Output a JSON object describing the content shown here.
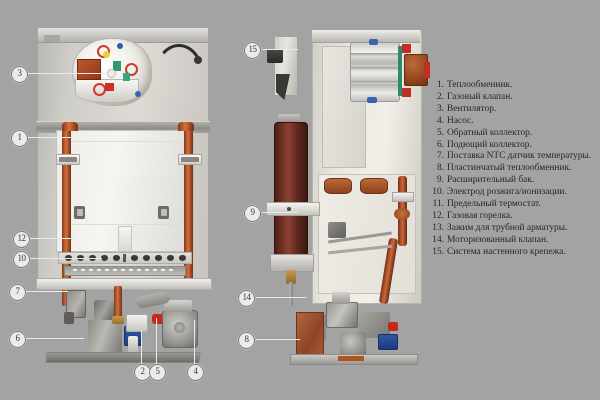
{
  "diagram": {
    "title": "Gas boiler internal components diagram",
    "background_color": "#a3a3a3",
    "callout_badge_color": "#eceaea",
    "leader_line_color": "#e9e9e9"
  },
  "legend": {
    "items": [
      {
        "num": "1.",
        "text": "Теплообменник."
      },
      {
        "num": "2.",
        "text": "Газовый клапан."
      },
      {
        "num": "3.",
        "text": "Вентилятор."
      },
      {
        "num": "4.",
        "text": "Насос."
      },
      {
        "num": "5.",
        "text": "Обратный коллектор."
      },
      {
        "num": "6.",
        "text": "Подющий коллектор."
      },
      {
        "num": "7.",
        "text": "Поставка NTC датчик температуры."
      },
      {
        "num": "8.",
        "text": "Пластинчатый теплообменник."
      },
      {
        "num": "9.",
        "text": "Расширительный бак."
      },
      {
        "num": "10.",
        "text": "Электрод розжига/ионизации."
      },
      {
        "num": "11.",
        "text": "Предельный термостат."
      },
      {
        "num": "12.",
        "text": "Газовая горелка."
      },
      {
        "num": "13.",
        "text": "Зажим для трубной арматуры."
      },
      {
        "num": "14.",
        "text": "Моторизованный клапан."
      },
      {
        "num": "15.",
        "text": "Система настенного крепежа."
      }
    ]
  },
  "callouts": [
    {
      "id": "callout-3",
      "label": "3",
      "target": "ventilyator"
    },
    {
      "id": "callout-1",
      "label": "1",
      "target": "teploobmennik"
    },
    {
      "id": "callout-12",
      "label": "12",
      "target": "gazovaya-gorelka"
    },
    {
      "id": "callout-10",
      "label": "10",
      "target": "elektrod-rozzhiga"
    },
    {
      "id": "callout-7",
      "label": "7",
      "target": "ntc-datchik"
    },
    {
      "id": "callout-6",
      "label": "6",
      "target": "podayushchiy-kollektor"
    },
    {
      "id": "callout-2",
      "label": "2",
      "target": "gazovyy-klapan"
    },
    {
      "id": "callout-5",
      "label": "5",
      "target": "obratnyy-kollektor"
    },
    {
      "id": "callout-4",
      "label": "4",
      "target": "nasos"
    },
    {
      "id": "callout-15",
      "label": "15",
      "target": "sistema-nastennogo-krepezha"
    },
    {
      "id": "callout-9",
      "label": "9",
      "target": "rasshiritelnyy-bak"
    },
    {
      "id": "callout-14",
      "label": "14",
      "target": "motorizovannyy-klapan"
    },
    {
      "id": "callout-8",
      "label": "8",
      "target": "plastinchatyy-teploobmennik"
    }
  ]
}
